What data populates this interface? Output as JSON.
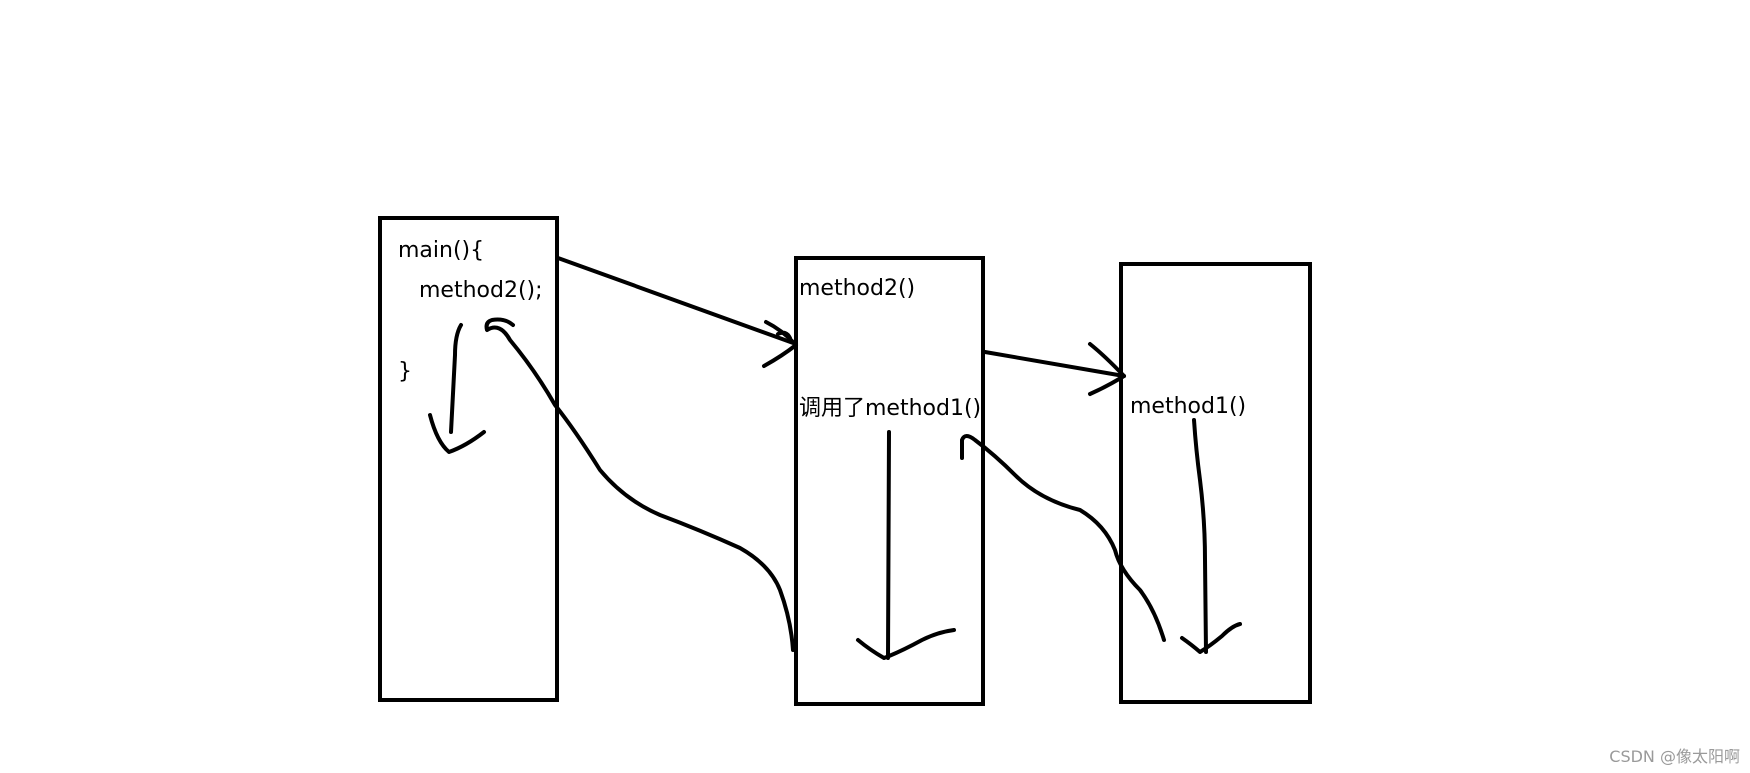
{
  "boxes": {
    "main": {
      "line1": "main(){",
      "line2": "method2();",
      "line3": "}"
    },
    "method2": {
      "title": "method2()",
      "call_text": "调用了method1()"
    },
    "method1": {
      "title": "method1()"
    }
  },
  "watermark": "CSDN @像太阳啊"
}
